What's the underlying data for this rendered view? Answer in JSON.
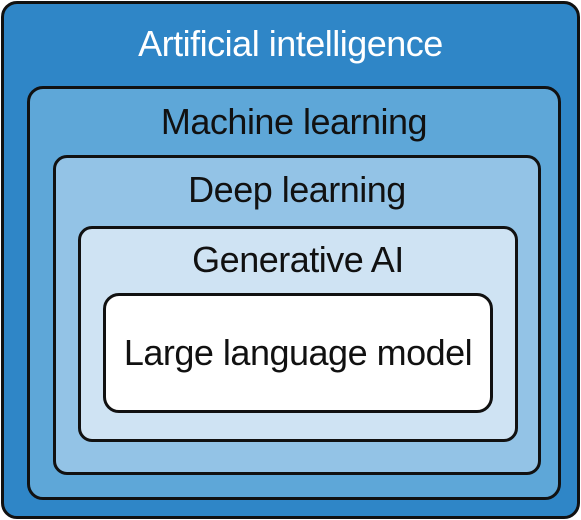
{
  "diagram": {
    "levels": {
      "ai": "Artificial intelligence",
      "ml": "Machine learning",
      "dl": "Deep learning",
      "gen": "Generative AI",
      "llm": "Large language model"
    },
    "colors": {
      "ai": "#2f86c7",
      "ml": "#5ea7d8",
      "dl": "#93c3e6",
      "gen": "#cfe3f3",
      "llm": "#ffffff",
      "border": "#111111"
    }
  }
}
